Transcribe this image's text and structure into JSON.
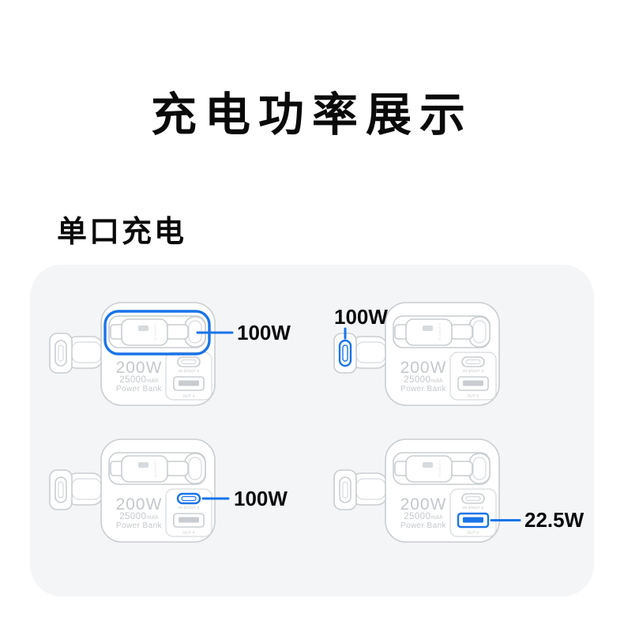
{
  "page": {
    "title": "充电功率展示",
    "subtitle": "单口充电"
  },
  "panel": {
    "devices": [
      {
        "id": "top-left",
        "highlight": "retractable-cable",
        "power": "100W"
      },
      {
        "id": "top-right",
        "highlight": "lanyard-connector",
        "power": "100W"
      },
      {
        "id": "bottom-left",
        "highlight": "usbc-port",
        "power": "100W"
      },
      {
        "id": "bottom-right",
        "highlight": "usba-port",
        "power": "22.5W"
      }
    ]
  },
  "device": {
    "wattage": "200W",
    "capacity": "25000",
    "capacity_unit": "mAh",
    "product_name": "Power Bank",
    "usbc_port_label": "IN 3/OUT 3",
    "usba_port_label": "OUT 4",
    "cable_plug_label": "IN 1/OUT 1"
  },
  "colors": {
    "accent": "#1a74e8",
    "page_bg": "#ffffff",
    "panel_bg": "#f4f5f7",
    "outline": "#c9cdd1",
    "outline_light": "#d6dade",
    "device_text": "#c4c8cc",
    "label_gray": "#b9bec3",
    "power_text": "#0a0a0b",
    "title_color": "#0a0a0a"
  }
}
